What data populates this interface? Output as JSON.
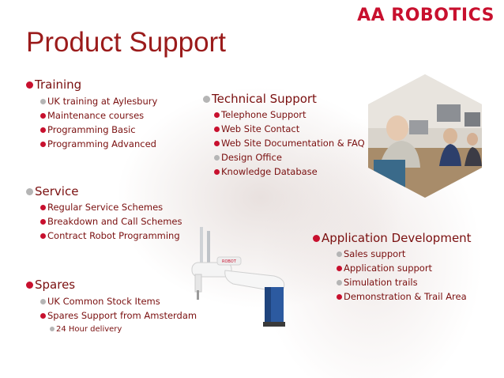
{
  "logo": "AA ROBOTICS",
  "title": "Product Support",
  "colors": {
    "accent": "#c8102e",
    "text": "#7a0f0f",
    "bullet_grey": "#b5b5b5"
  },
  "training": {
    "heading": "Training",
    "bullet": "red",
    "items": [
      {
        "label": "UK training at Aylesbury",
        "bullet": "grey"
      },
      {
        "label": "Maintenance courses",
        "bullet": "red"
      },
      {
        "label": "Programming Basic",
        "bullet": "red"
      },
      {
        "label": "Programming Advanced",
        "bullet": "red"
      }
    ]
  },
  "service": {
    "heading": "Service",
    "bullet": "grey",
    "items": [
      {
        "label": "Regular Service Schemes",
        "bullet": "red"
      },
      {
        "label": "Breakdown and Call Schemes",
        "bullet": "red"
      },
      {
        "label": "Contract Robot Programming",
        "bullet": "red"
      }
    ]
  },
  "spares": {
    "heading": "Spares",
    "bullet": "red",
    "items": [
      {
        "label": "UK Common Stock Items",
        "bullet": "grey"
      },
      {
        "label": "Spares Support from Amsterdam",
        "bullet": "red"
      }
    ],
    "sub_items": [
      {
        "label": "24 Hour delivery",
        "bullet": "grey"
      }
    ]
  },
  "technical": {
    "heading": "Technical Support",
    "bullet": "grey",
    "items": [
      {
        "label": "Telephone Support",
        "bullet": "red"
      },
      {
        "label": "Web Site Contact",
        "bullet": "red"
      },
      {
        "label": "Web Site Documentation & FAQ",
        "bullet": "red"
      },
      {
        "label": "Design Office",
        "bullet": "grey"
      },
      {
        "label": "Knowledge Database",
        "bullet": "red"
      }
    ]
  },
  "application": {
    "heading": "Application Development",
    "bullet": "red",
    "items": [
      {
        "label": "Sales support",
        "bullet": "grey"
      },
      {
        "label": "Application support",
        "bullet": "red"
      },
      {
        "label": "Simulation trails",
        "bullet": "grey"
      },
      {
        "label": "Demonstration & Trail Area",
        "bullet": "red"
      }
    ]
  }
}
